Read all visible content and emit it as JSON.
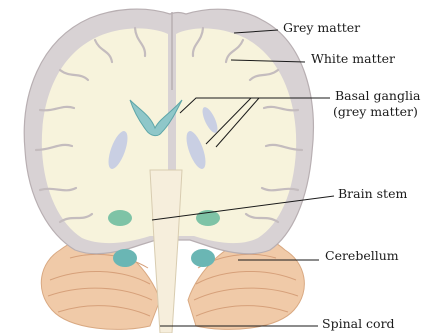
{
  "labels": {
    "grey_matter": "Grey matter",
    "white_matter": "White matter",
    "basal_ganglia": "Basal ganglia",
    "basal_ganglia_note": "(grey matter)",
    "brain_stem": "Brain stem",
    "cerebellum": "Cerebellum",
    "spinal_cord": "Spinal cord"
  },
  "colors": {
    "grey_matter": "#d8d2d4",
    "white_matter": "#f7f3dc",
    "cerebellum": "#f0caa8",
    "basal_ganglia": "#8fc7c9",
    "brain_stem": "#f6eedc",
    "leader_line": "#1a1a1a"
  }
}
